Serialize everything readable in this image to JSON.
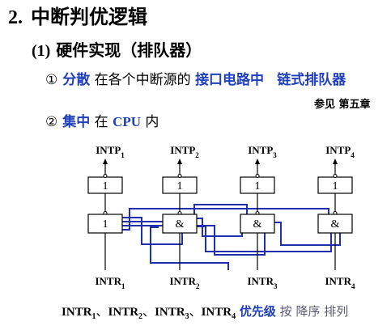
{
  "heading": {
    "number": "2.",
    "text": "中断判优逻辑"
  },
  "subheading": {
    "number": "(1)",
    "text": "硬件实现（排队器）"
  },
  "item1": {
    "marker": "①",
    "highlight": "分散",
    "middle": "在各个中断源的",
    "highlight2": "接口电路中",
    "highlight3": "链式排队器"
  },
  "reference": "参见 第五章",
  "item2": {
    "marker": "②",
    "highlight": "集中",
    "middle": "在",
    "cpu": "CPU",
    "end": "内"
  },
  "circuit": {
    "outputs": [
      "INTP1",
      "INTP2",
      "INTP3",
      "INTP4"
    ],
    "outputs_base": "INTP",
    "inputs_base": "INTR",
    "subscripts": [
      "1",
      "2",
      "3",
      "4"
    ],
    "top_gates": [
      "1",
      "1",
      "1",
      "1"
    ],
    "bottom_gates": [
      "1",
      "&",
      "&",
      "&"
    ],
    "wire_color": "#1f2fb0"
  },
  "footer": {
    "signals": [
      "INTR1",
      "INTR2",
      "INTR3",
      "INTR4"
    ],
    "separator": "、",
    "priority": "优先级",
    "order": "按 降序 排列"
  }
}
